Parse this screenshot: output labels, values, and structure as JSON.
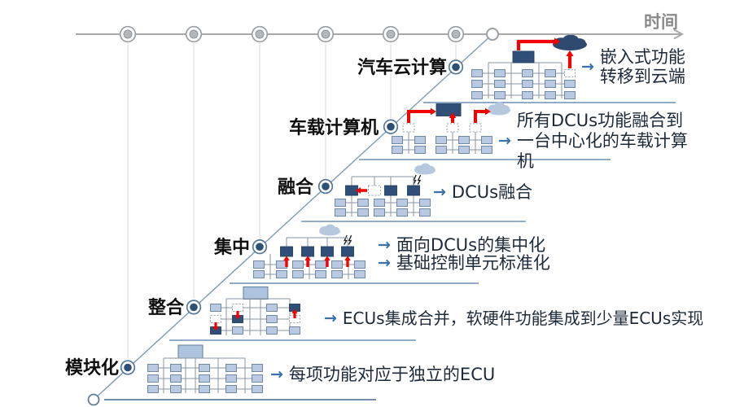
{
  "timeline": {
    "label": "时间"
  },
  "glyphs": {
    "arrow": "→"
  },
  "stages": [
    {
      "id": "modularization",
      "label": "模块化",
      "annotations": [
        {
          "text": "每项功能对应于独立的ECU"
        }
      ]
    },
    {
      "id": "integration",
      "label": "整合",
      "annotations": [
        {
          "text": "ECUs集成合并，软硬件功能集成到少量ECUs实现"
        }
      ]
    },
    {
      "id": "centralization",
      "label": "集中",
      "annotations": [
        {
          "text": "面向DCUs的集中化"
        },
        {
          "text": "基础控制单元标准化"
        }
      ]
    },
    {
      "id": "fusion",
      "label": "融合",
      "annotations": [
        {
          "text": "DCUs融合"
        }
      ]
    },
    {
      "id": "onboard_computer",
      "label": "车载计算机",
      "annotations": [
        {
          "text": "所有DCUs功能融合到一台中心化的车载计算机"
        }
      ]
    },
    {
      "id": "cloud_computing",
      "label": "汽车云计算",
      "annotations": [
        {
          "text": "嵌入式功能转移到云端"
        }
      ]
    }
  ],
  "colors": {
    "red": "#f40000",
    "navy": "#2f4f78",
    "light_box": "#b9c9e2",
    "separator": "#6f8fb4",
    "timeline_gray": "#a8a8a8",
    "annotation_text": "#1c2a3a",
    "arrow_blue": "#3a70ad",
    "label_black": "#0f0f0f",
    "time_gray": "#8a8a8a",
    "diagonal": "#7f9cba",
    "dark_cloud": "#2e4a70",
    "light_cloud": "#b5c8de"
  }
}
